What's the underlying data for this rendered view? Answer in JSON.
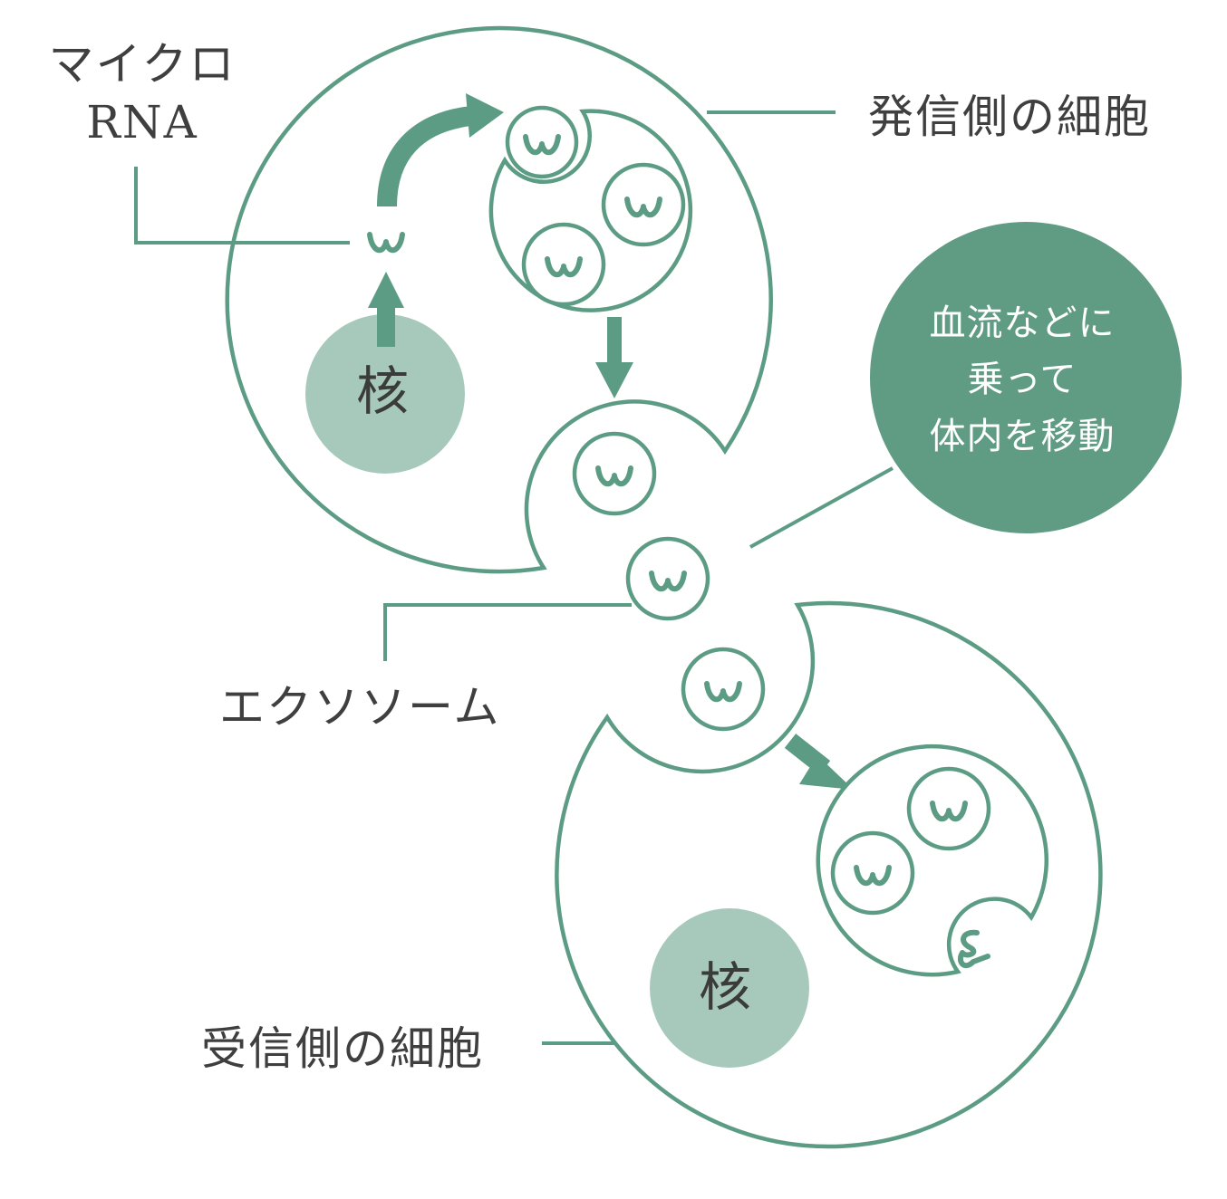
{
  "labels": {
    "microrna_line1": "マイクロ",
    "microrna_line2": "RNA",
    "sender_cell": "発信側の細胞",
    "exosome": "エクソソーム",
    "receiver_cell": "受信側の細胞",
    "nucleus_top": "核",
    "nucleus_bottom": "核"
  },
  "bubble": {
    "line1": "血流などに",
    "line2": "乗って",
    "line3": "体内を移動"
  },
  "colors": {
    "membrane": "#5d9c84",
    "nucleus_fill": "#a7c9bb",
    "bubble_fill": "#5f9c83",
    "text": "#3f3f3f"
  }
}
